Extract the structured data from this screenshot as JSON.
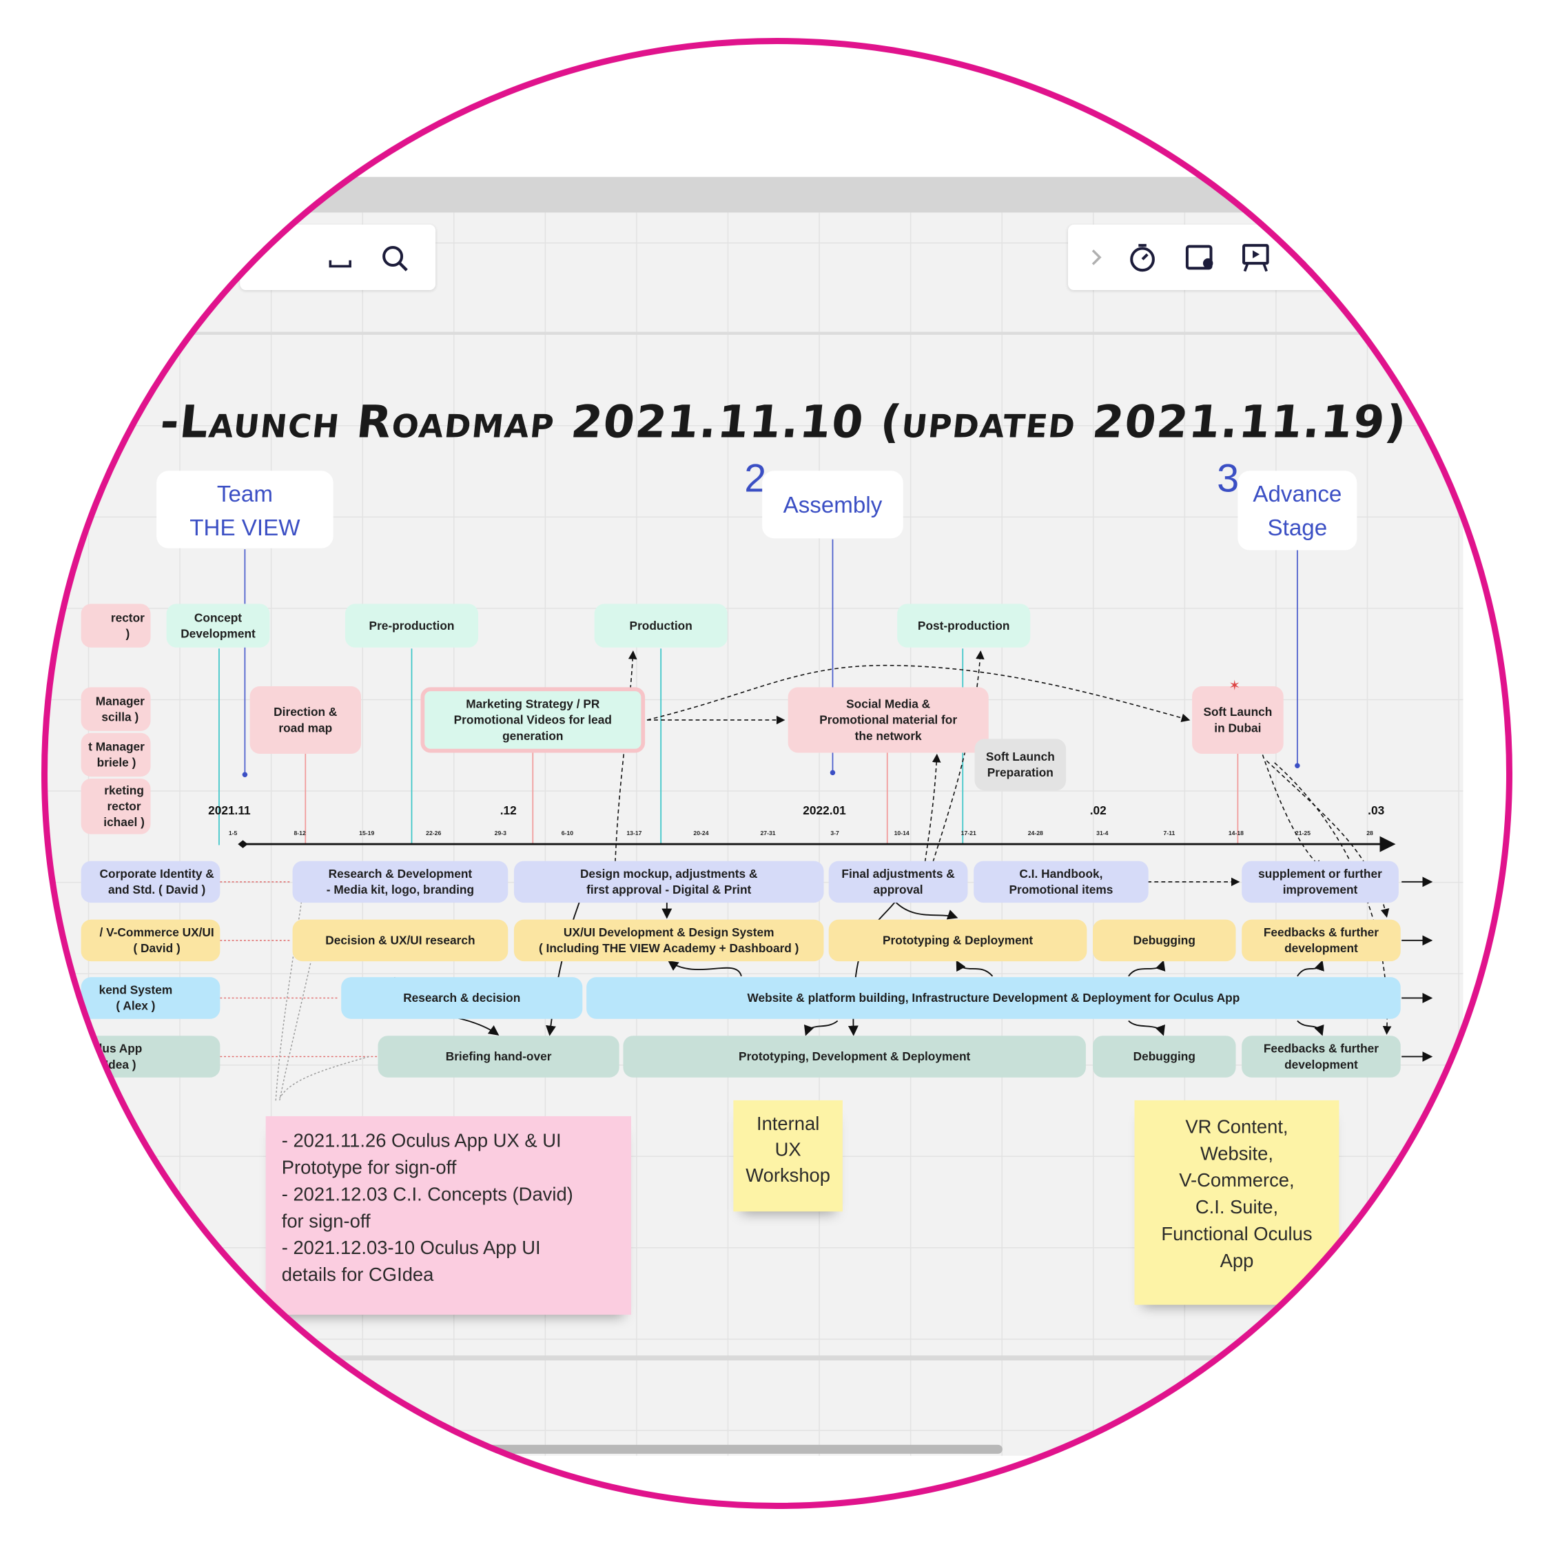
{
  "toolbar": {
    "left_icons": [
      "upload-icon",
      "search-icon"
    ],
    "right_icons": [
      "chevron-right-icon",
      "timer-icon",
      "video-card-icon",
      "presentation-icon",
      "share-icon"
    ]
  },
  "title": "-Launch Roadmap 2021.11.10 (updated 2021.11.19)",
  "stages": [
    {
      "number": "",
      "label": "Team\nTHE VIEW"
    },
    {
      "number": "2",
      "label": "Assembly"
    },
    {
      "number": "3",
      "label": "Advance\nStage"
    }
  ],
  "phases": [
    "Concept\nDevelopment",
    "Pre-production",
    "Production",
    "Post-production"
  ],
  "people": [
    "rector\n )",
    " Manager\nscilla )",
    "t Manager\nbriele )",
    "rketing\nrector\nichael )"
  ],
  "milestones": {
    "direction": "Direction &\nroad map",
    "marketing": "Marketing Strategy / PR\nPromotional Videos for lead\ngeneration",
    "social": "Social Media &\nPromotional material for\nthe network",
    "soft_prep": "Soft Launch\nPreparation",
    "soft_launch": "Soft Launch\nin Dubai"
  },
  "timeline": {
    "months": [
      "2021.11",
      ".12",
      "2022.01",
      ".02",
      ".03"
    ],
    "weeks": [
      "1-5",
      "8-12",
      "15-19",
      "22-26",
      "29-3",
      "6-10",
      "13-17",
      "20-24",
      "27-31",
      "3-7",
      "10-14",
      "17-21",
      "24-28",
      "31-4",
      "7-11",
      "14-18",
      "21-25",
      "28"
    ]
  },
  "rows": [
    {
      "label": "Corporate Identity &\nand Std. ( David )",
      "tasks": [
        "Research & Development\n- Media kit, logo, branding",
        "Design mockup, adjustments &\nfirst approval - Digital & Print",
        "Final adjustments &\napproval",
        "C.I. Handbook,\nPromotional items",
        "supplement or further\nimprovement"
      ]
    },
    {
      "label": "/ V-Commerce UX/UI\n( David )",
      "tasks": [
        "Decision & UX/UI research",
        "UX/UI Development & Design System\n( Including THE VIEW Academy + Dashboard )",
        "Prototyping & Deployment",
        "Debugging",
        "Feedbacks & further\ndevelopment"
      ]
    },
    {
      "label": "kend System\n( Alex )",
      "tasks": [
        "Research & decision",
        "Website & platform building, Infrastructure Development & Deployment for Oculus App"
      ]
    },
    {
      "label": "lus App\nIdea )",
      "tasks": [
        "Briefing hand-over",
        "Prototyping, Development & Deployment",
        "Debugging",
        "Feedbacks & further\ndevelopment"
      ]
    }
  ],
  "notes": {
    "pink": "- 2021.11.26 Oculus App UX & UI\nPrototype for sign-off\n- 2021.12.03 C.I. Concepts (David)\nfor sign-off\n- 2021.12.03-10 Oculus App UI\ndetails for CGIdea",
    "workshop": "Internal\nUX\nWorkshop",
    "deliverables": "VR Content,\nWebsite,\nV-Commerce,\nC.I. Suite,\nFunctional Oculus\nApp"
  },
  "colors": {
    "ring": "#e0138c",
    "accent_blue": "#3b4fc4",
    "phase": "#d9f7ec",
    "red": "#f9d5d8",
    "lavender": "#d6dbf8",
    "yellow": "#fbe5a2",
    "blue": "#b8e6fb",
    "green": "#c8e0d8",
    "sticky_pink": "#fbcde0",
    "sticky_yellow": "#fdf3a6"
  }
}
